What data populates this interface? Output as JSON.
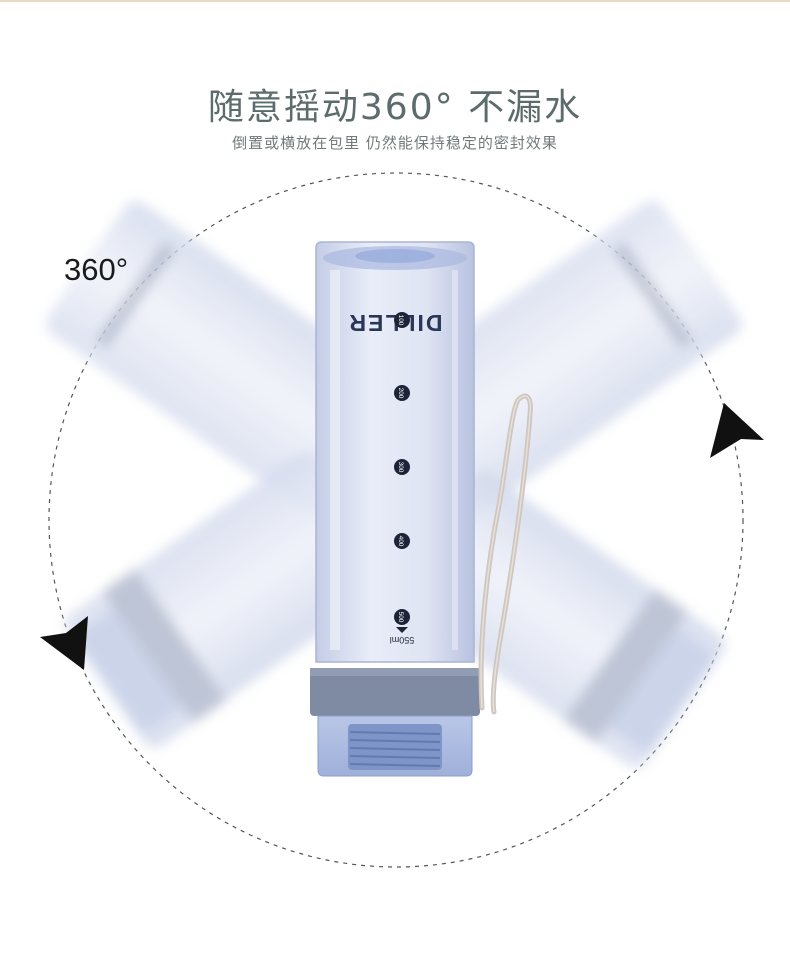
{
  "header": {
    "title": "随意摇动360° 不漏水",
    "subtitle": "倒置或横放在包里 仍然能保持稳定的密封效果"
  },
  "rotation": {
    "label": "360°"
  },
  "bottle": {
    "brand": "DILLER",
    "marks": [
      "100",
      "200",
      "300",
      "400",
      "500"
    ],
    "capacity": "550ml"
  },
  "icons": {
    "arrow_top_right": "arrowhead-icon",
    "arrow_bottom_left": "arrowhead-icon"
  },
  "colors": {
    "title": "#5c6b6b",
    "bottle_tint": "#c9d2ea",
    "cap_band": "#7f8aa3",
    "strap": "#cfc6bf",
    "dashed_circle": "#555555"
  }
}
